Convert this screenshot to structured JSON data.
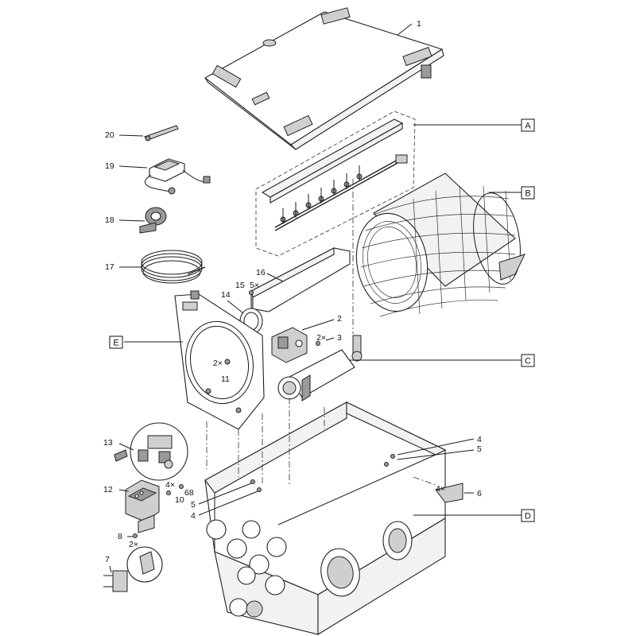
{
  "callouts": {
    "c1": "1",
    "c20": "20",
    "c19": "19",
    "c18": "18",
    "c17": "17",
    "c16": "16",
    "c15": "15",
    "c15q": "5×",
    "c14": "14",
    "c2": "2",
    "c3": "3",
    "c3q": "2×",
    "c11": "11",
    "c11q": "2×",
    "c13": "13",
    "c12": "12",
    "c10q": "4×",
    "c10": "10",
    "c68": "68",
    "c8": "8",
    "c8q": "2×",
    "c7": "7",
    "c5a": "5",
    "c4a": "4",
    "c4b": "4",
    "c5b": "5",
    "c6q": "4×",
    "c6": "6"
  },
  "assemblies": {
    "A": "A",
    "B": "B",
    "C": "C",
    "D": "D",
    "E": "E"
  }
}
